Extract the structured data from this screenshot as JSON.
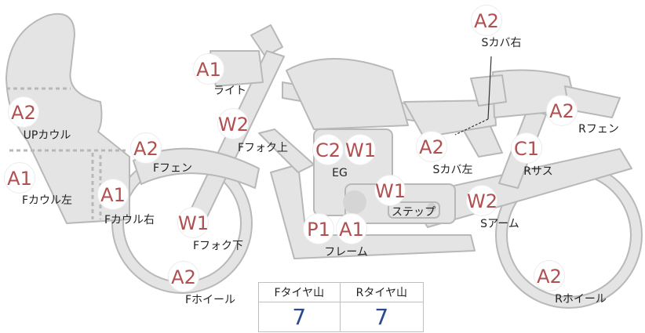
{
  "parts": [
    {
      "id": "upcowl",
      "label": "UPカウル",
      "grade": "A2"
    },
    {
      "id": "fcowl-left",
      "label": "Fカウル左",
      "grade": "A1"
    },
    {
      "id": "fcowl-right",
      "label": "Fカウル右",
      "grade": "A1"
    },
    {
      "id": "light",
      "label": "ライト",
      "grade": "A1"
    },
    {
      "id": "ffork-top",
      "label": "Fフォク上",
      "grade": "W2"
    },
    {
      "id": "ffender",
      "label": "Fフェン",
      "grade": "A2"
    },
    {
      "id": "ffork-bottom",
      "label": "Fフォク下",
      "grade": "W1"
    },
    {
      "id": "fwheel",
      "label": "Fホイール",
      "grade": "A2"
    },
    {
      "id": "eg",
      "label": "EG",
      "grades": [
        "C2",
        "W1"
      ]
    },
    {
      "id": "frame",
      "label": "フレーム",
      "grades": [
        "P1",
        "A1"
      ]
    },
    {
      "id": "step",
      "label": "ステップ",
      "grade": "W1"
    },
    {
      "id": "scover-left",
      "label": "Sカバ左",
      "grade": "A2"
    },
    {
      "id": "scover-right",
      "label": "Sカバ右",
      "grade": "A2"
    },
    {
      "id": "rfender",
      "label": "Rフェン",
      "grade": "A2"
    },
    {
      "id": "rsus",
      "label": "Rサス",
      "grade": "C1"
    },
    {
      "id": "sarm",
      "label": "Sアーム",
      "grade": "W2"
    },
    {
      "id": "rwheel",
      "label": "Rホイール",
      "grade": "A2"
    }
  ],
  "tire_table": {
    "front_header": "Fタイヤ山",
    "rear_header": "Rタイヤ山",
    "front_value": "7",
    "rear_value": "7"
  },
  "colors": {
    "body_fill": "#e4e4e4",
    "body_stroke": "#b8b8b8",
    "grade_text": "#b05050",
    "value_text": "#2a4a8c"
  }
}
